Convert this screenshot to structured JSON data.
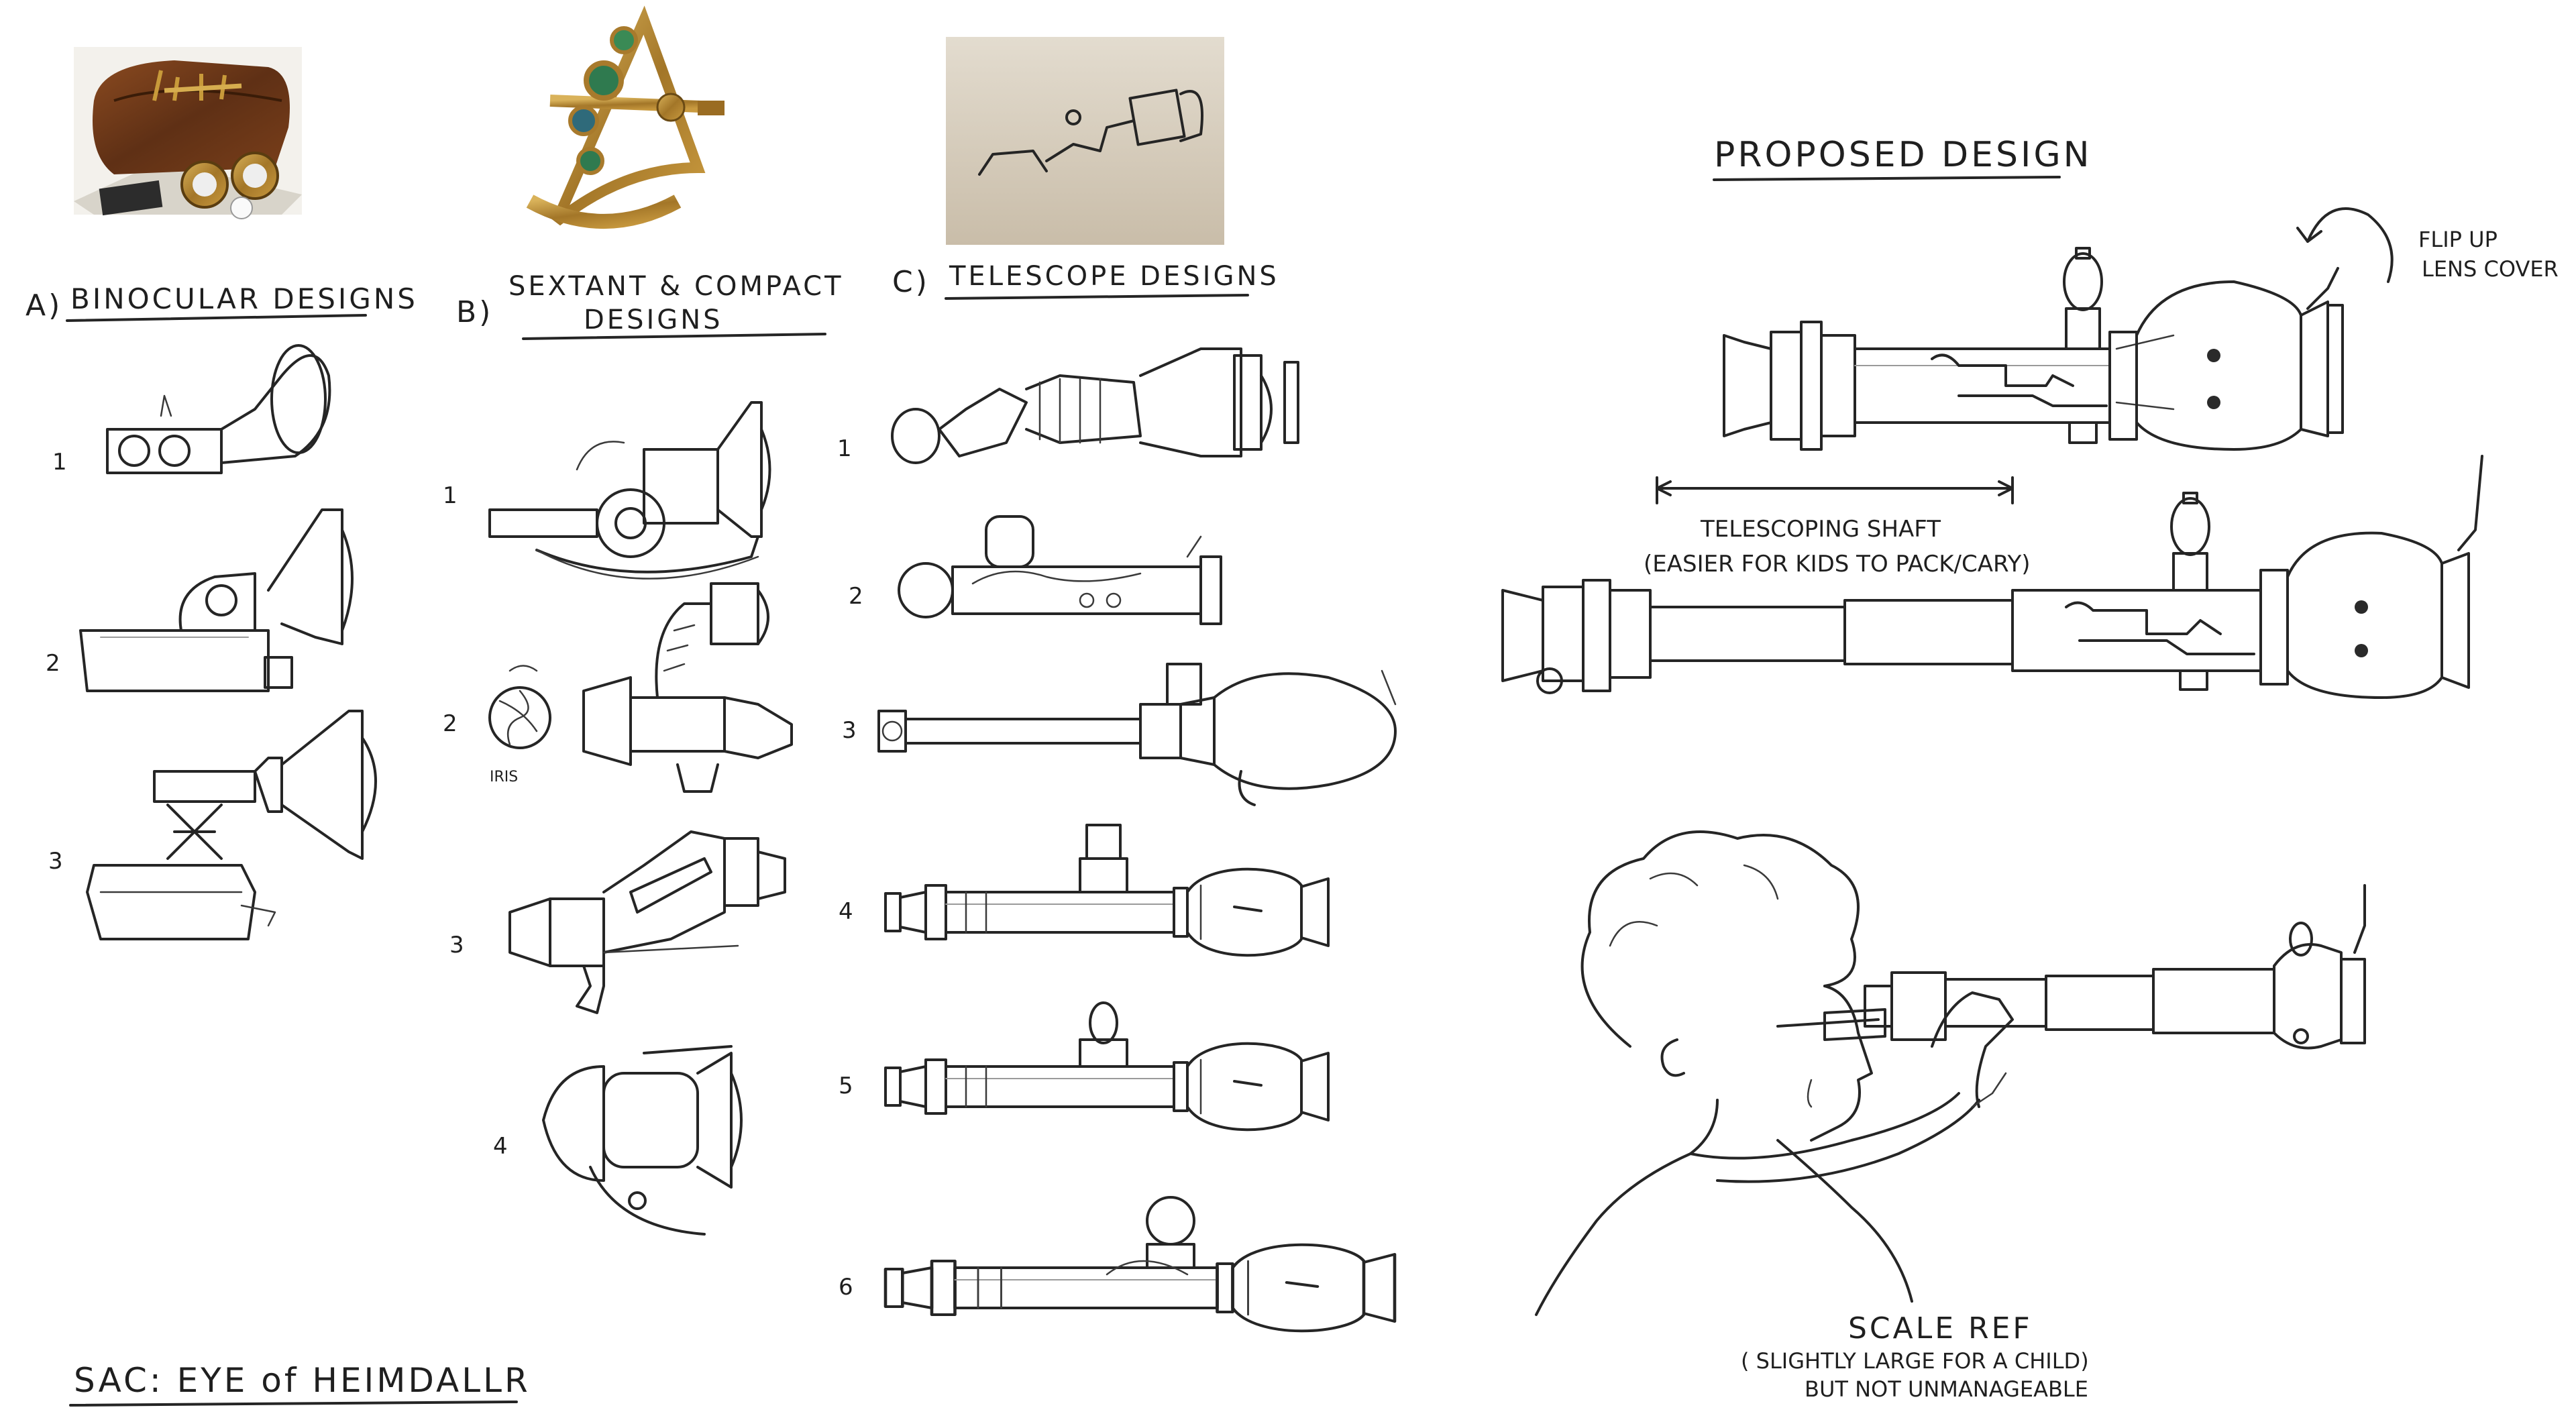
{
  "sheet_title": "SAC: EYE of HEIMDALLR",
  "sections": {
    "a": {
      "letter": "A)",
      "title": "BINOCULAR DESIGNS",
      "numbers": [
        "1",
        "2",
        "3"
      ]
    },
    "b": {
      "letter": "B)",
      "title_line1": "SEXTANT & COMPACT",
      "title_line2": "DESIGNS",
      "numbers": [
        "1",
        "2",
        "3",
        "4"
      ],
      "iris_note": "IRIS"
    },
    "c": {
      "letter": "C)",
      "title": "TELESCOPE DESIGNS",
      "numbers": [
        "1",
        "2",
        "3",
        "4",
        "5",
        "6"
      ]
    }
  },
  "proposed": {
    "title": "PROPOSED DESIGN",
    "lens_note_line1": "FLIP UP",
    "lens_note_line2": "LENS COVER",
    "shaft_label": "TELESCOPING SHAFT",
    "shaft_note": "(EASIER FOR KIDS TO PACK/CARY)"
  },
  "scale": {
    "title": "SCALE REF",
    "line1": "( SLIGHTLY LARGE FOR A CHILD)",
    "line2": "BUT NOT UNMANAGEABLE"
  },
  "reference_photos": [
    {
      "name": "binocular-case-photo",
      "colors": {
        "case": "#6b3a1c",
        "brass": "#b8892f",
        "paper": "#e9e6df"
      }
    },
    {
      "name": "sextant-photo",
      "colors": {
        "brass": "#a87a2c",
        "gem": "#2f7a4f"
      }
    },
    {
      "name": "telescope-sketch-photo",
      "colors": {
        "paper": "#d9cfc1"
      }
    }
  ]
}
